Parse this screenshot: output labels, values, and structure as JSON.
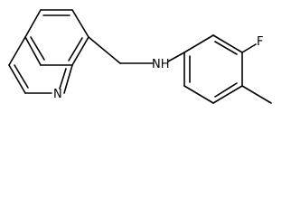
{
  "molecule": {
    "atoms": {
      "quinoline_nitrogen": "N",
      "amine_nitrogen": "NH",
      "fluorine": "F"
    },
    "colors": {
      "bond": "#000000",
      "label": "#000000",
      "background": "#ffffff"
    }
  }
}
